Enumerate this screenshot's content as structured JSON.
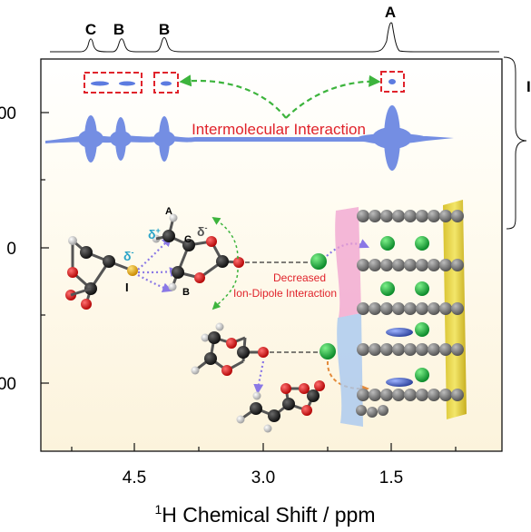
{
  "peaks_1d": [
    {
      "label": "C",
      "shift_ppm": 5.05
    },
    {
      "label": "B",
      "shift_ppm": 4.72
    },
    {
      "label": "B",
      "shift_ppm": 4.1
    },
    {
      "label": "A",
      "shift_ppm": 1.5
    }
  ],
  "x_axis": {
    "title_sup": "1",
    "title": "H Chemical Shift / ppm",
    "ticks": [
      "4.5",
      "3.0",
      "1.5"
    ]
  },
  "y_axis": {
    "ticks": [
      "00",
      "0",
      "00"
    ]
  },
  "bracket_label": "I",
  "annotations": {
    "intermolecular": "Intermolecular Interaction",
    "decreased_line1": "Decreased",
    "decreased_line2": "Ion-Dipole Interaction"
  },
  "molecule_labels": {
    "A": "A",
    "B": "B",
    "C": "C",
    "I": "I",
    "delta_minus_1": "δ",
    "delta_plus": "δ",
    "delta_minus_2": "δ",
    "sup_minus": "-",
    "sup_plus": "+"
  },
  "colors": {
    "annotation_red": "#e0232b",
    "arrow_green": "#3db43d",
    "arrow_purple": "#8a78e6",
    "arrow_orange": "#e48a3a",
    "signal_blue": "#5c7be0",
    "lithium_green": "#22b14c",
    "gold_panel": "#e8d64a",
    "pink_layer": "#f0a0cf",
    "blue_layer": "#a8c8f0",
    "background_gradient_bottom": "#fdf7e2"
  }
}
